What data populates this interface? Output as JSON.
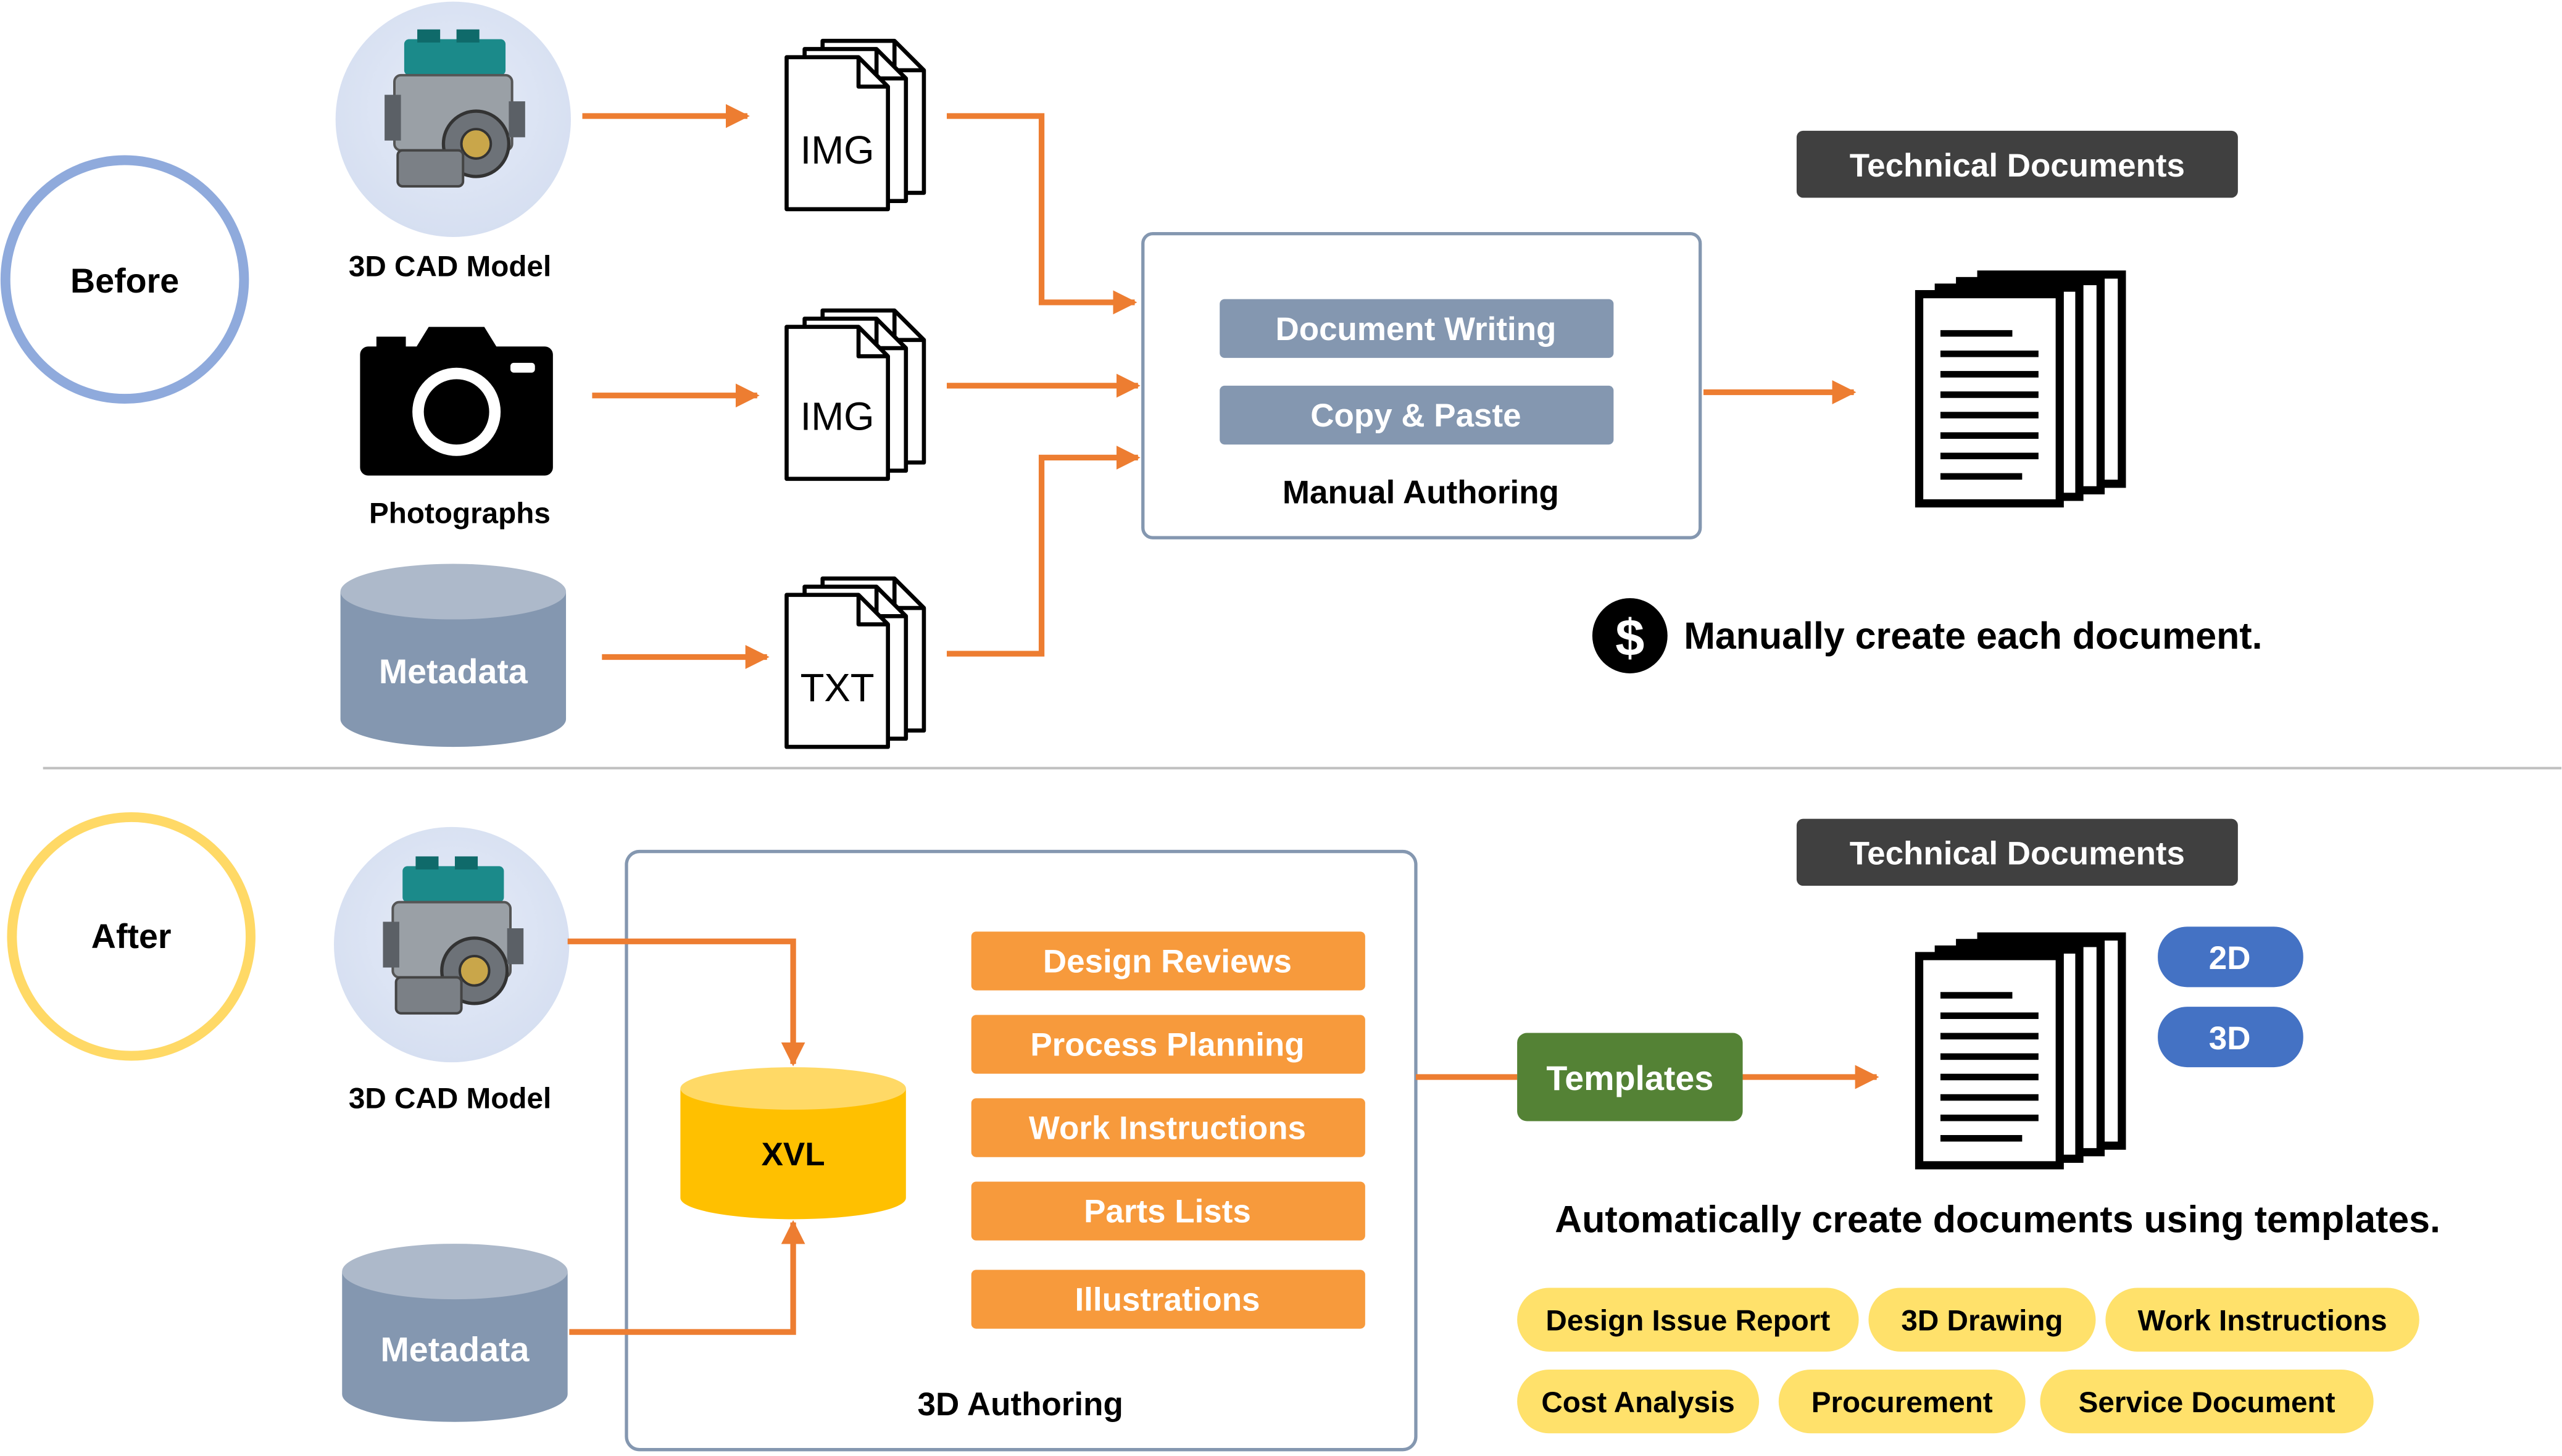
{
  "before": {
    "label": "Before",
    "sources": {
      "cad_label": "3D CAD Model",
      "photo_label": "Photographs",
      "metadata_label": "Metadata"
    },
    "files": {
      "img1": "IMG",
      "img2": "IMG",
      "txt": "TXT"
    },
    "manual_box": {
      "item1": "Document Writing",
      "item2": "Copy & Paste",
      "title": "Manual Authoring"
    },
    "tech_docs_label": "Technical Documents",
    "cost_icon": "dollar-icon",
    "note": "Manually create each document."
  },
  "after": {
    "label": "After",
    "sources": {
      "cad_label": "3D CAD Model",
      "metadata_label": "Metadata"
    },
    "authoring": {
      "xvl": "XVL",
      "items": [
        "Design Reviews",
        "Process Planning",
        "Work Instructions",
        "Parts Lists",
        "Illustrations"
      ],
      "title": "3D Authoring"
    },
    "templates": "Templates",
    "tech_docs_label": "Technical Documents",
    "formats": [
      "2D",
      "3D"
    ],
    "note": "Automatically create documents using templates.",
    "tags": [
      "Design Issue Report",
      "3D Drawing",
      "Work Instructions",
      "Cost Analysis",
      "Procurement",
      "Service Document"
    ]
  },
  "colors": {
    "arrow": "#ED7D31",
    "before_circle": "#8FAADC",
    "after_circle": "#FFD966",
    "dark_label": "#404040",
    "manual_item": "#8497B0",
    "authoring_item": "#F79A3C",
    "xvl": "#FFC000",
    "templates": "#548235",
    "format_badge": "#4472C4",
    "tag": "#FFE16B",
    "database": "#8497B0"
  }
}
